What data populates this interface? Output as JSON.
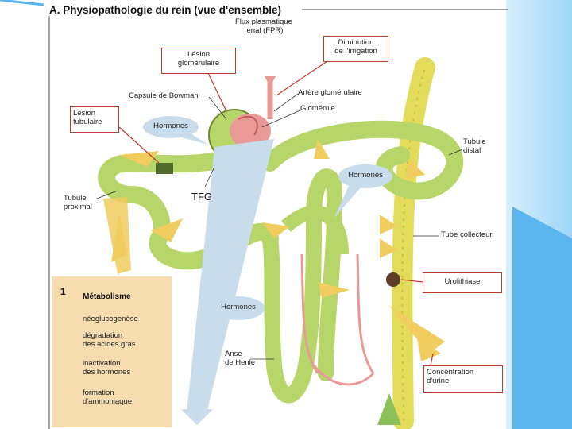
{
  "title": "A. Physiopathologie du rein (vue d'ensemble)",
  "labels": {
    "flux": "Flux plasmatique\nrénal (FPR)",
    "diminution": "Diminution\nde l'irrigation",
    "lesion_glom": "Lésion\nglomérulaire",
    "capsule": "Capsule de Bowman",
    "artere": "Artère glomérulaire",
    "glomerule": "Glomérule",
    "lesion_tub": "Lésion\ntubulaire",
    "tubule_distal": "Tubule\ndistal",
    "tubule_prox": "Tubule\nproximal",
    "tfg": "TFG",
    "tube_collecteur": "Tube collecteur",
    "urolithiase": "Urolithiase",
    "anse": "Anse\nde Henle",
    "concentration": "Concentration\nd'urine"
  },
  "hormones": [
    "Hormones",
    "Hormones",
    "Hormones"
  ],
  "metabolisme": {
    "number": "1",
    "title": "Métabolisme",
    "items": [
      "néoglucogenèse",
      "dégradation\ndes acides gras",
      "inactivation\ndes hormones",
      "formation\nd'ammoniaque"
    ]
  },
  "colors": {
    "tubule": "#b7d66a",
    "collecteur": "#e3dc5a",
    "blood": "#e99a96",
    "plasma": "#c9dceb",
    "arrow": "#f0cd5e",
    "box_border": "#c0392b",
    "panel": "#f6dcaf",
    "frame": "#7cc5f3"
  }
}
